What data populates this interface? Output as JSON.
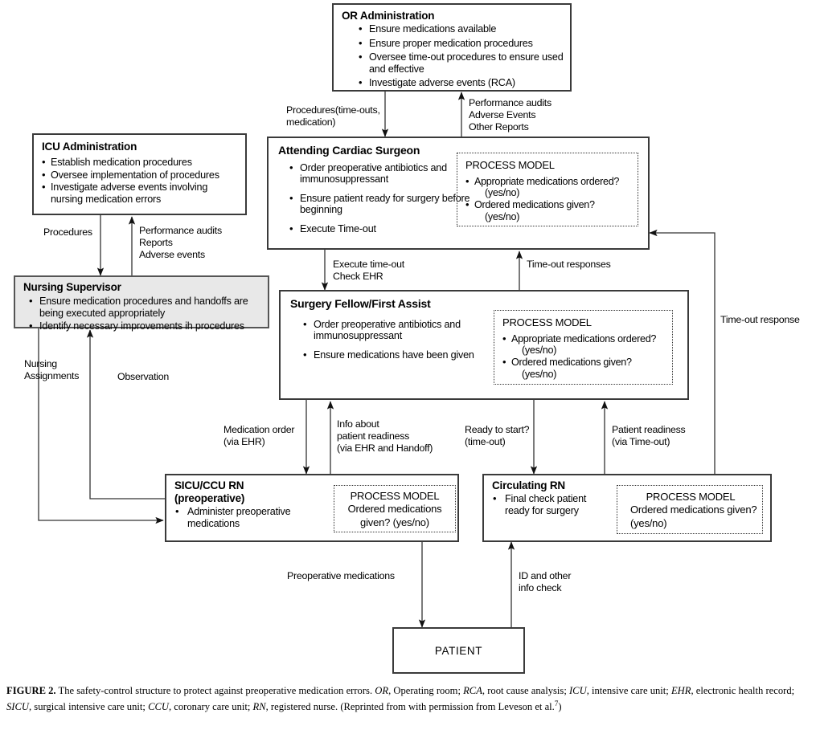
{
  "figure": {
    "label": "FIGURE 2.",
    "caption_main": "The safety-control structure to protect against preoperative medication errors.",
    "abbrev": [
      {
        "term": "OR",
        "def": ", Operating room;"
      },
      {
        "term": "RCA",
        "def": ", root cause analysis;"
      },
      {
        "term": "ICU",
        "def": ", intensive care unit;"
      },
      {
        "term": "EHR",
        "def": ", electronic health record;"
      },
      {
        "term": "SICU",
        "def": ", surgical intensive care unit;"
      },
      {
        "term": "CCU",
        "def": ", coronary care unit;"
      },
      {
        "term": "RN",
        "def": ", registered nurse."
      }
    ],
    "reprint": "(Reprinted from with permission from Leveson et al.",
    "reprint_sup": "7",
    "reprint_end": ")"
  },
  "boxes": {
    "or_admin": {
      "title": "OR Administration",
      "items": [
        "Ensure medications available",
        "Ensure proper medication procedures",
        "Oversee time-out procedures to ensure used and effective",
        "Investigate adverse events (RCA)"
      ]
    },
    "icu_admin": {
      "title": "ICU Administration",
      "items": [
        "Establish medication procedures",
        "Oversee implementation of procedures",
        "Investigate adverse events involving nursing medication errors"
      ]
    },
    "attending_surgeon": {
      "title": "Attending Cardiac Surgeon",
      "items": [
        "Order preoperative antibiotics and immunosuppressant",
        "Ensure patient ready for surgery before beginning",
        "Execute Time-out"
      ],
      "process_model": {
        "title": "PROCESS MODEL",
        "items": [
          {
            "q": "Appropriate medications ordered?",
            "a": "(yes/no)"
          },
          {
            "q": "Ordered medications given?",
            "a": "(yes/no)"
          }
        ]
      }
    },
    "nursing_supervisor": {
      "title": "Nursing Supervisor",
      "items": [
        "Ensure medication procedures and handoffs are being executed appropriately",
        "Identify necessary improvements ih procedures"
      ]
    },
    "surgery_fellow": {
      "title": "Surgery Fellow/First Assist",
      "items": [
        "Order preoperative antibiotics and immunosuppressant",
        "Ensure medications have been given"
      ],
      "process_model": {
        "title": "PROCESS MODEL",
        "items": [
          {
            "q": "Appropriate medications ordered?",
            "a": "(yes/no)"
          },
          {
            "q": "Ordered medications given?",
            "a": "(yes/no)"
          }
        ]
      }
    },
    "sicu_rn": {
      "title_line1": "SICU/CCU RN",
      "title_line2": "(preoperative)",
      "items": [
        "Administer preoperative medications"
      ],
      "process_model": {
        "title": "PROCESS MODEL",
        "line1": "Ordered medications",
        "line2": "given? (yes/no)"
      }
    },
    "circulating_rn": {
      "title": "Circulating RN",
      "items": [
        "Final check patient ready for surgery"
      ],
      "process_model": {
        "title": "PROCESS MODEL",
        "line1": "Ordered medications given?",
        "line2": "(yes/no)"
      }
    },
    "patient": {
      "title": "PATIENT"
    }
  },
  "edge_labels": {
    "procedures_timeouts": "Procedures(time-outs,\n         medication)",
    "performance_audits_or": "Performance audits\nAdverse Events\nOther Reports",
    "procedures_icu": "Procedures",
    "performance_audits_icu": "Performance audits\nReports\nAdverse events",
    "execute_timeout_check_ehr": "Execute time-out\nCheck EHR",
    "timeout_responses": "Time-out responses",
    "timeout_response": "Time-out response",
    "nursing_assignments": "Nursing\nAssignments",
    "observation": "Observation",
    "medication_order": "Medication order\n     (via EHR)",
    "info_patient_readiness": "Info about\npatient readiness\n(via EHR and Handoff)",
    "ready_to_start": "Ready to start?\n  (time-out)",
    "patient_readiness": "Patient readiness\n (via Time-out)",
    "preoperative_medications": "Preoperative medications",
    "id_info_check": "ID and other\ninfo check"
  }
}
